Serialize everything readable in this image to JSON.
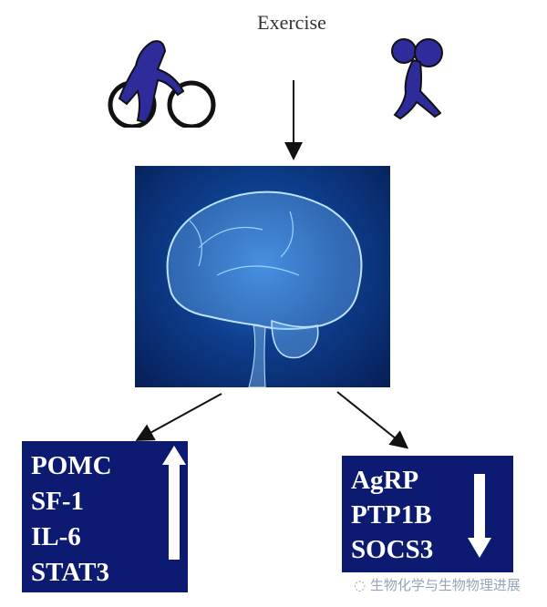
{
  "title": "Exercise",
  "upregulated": {
    "items": [
      "POMC",
      "SF-1",
      "IL-6",
      "STAT3"
    ],
    "direction": "up"
  },
  "downregulated": {
    "items": [
      "AgRP",
      "PTP1B",
      "SOCS3"
    ],
    "direction": "down"
  },
  "watermark": "生物化学与生物物理进展",
  "colors": {
    "box": "#0c1a72",
    "figure": "#2e2c9a"
  }
}
